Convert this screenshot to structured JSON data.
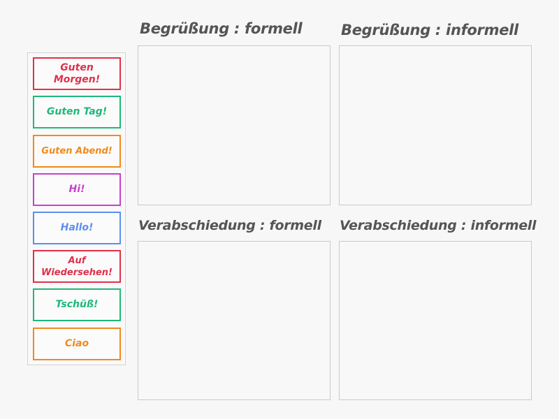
{
  "cards": [
    {
      "label": "Guten Morgen!",
      "color": "#e0304a"
    },
    {
      "label": "Guten Tag!",
      "color": "#1fb87a"
    },
    {
      "label": "Guten Abend!",
      "color": "#f08a1c"
    },
    {
      "label": "Hi!",
      "color": "#c93fd0"
    },
    {
      "label": "Hallo!",
      "color": "#5b8ff0"
    },
    {
      "label": "Auf Wiedersehen!",
      "color": "#e0304a"
    },
    {
      "label": "Tschüß!",
      "color": "#1fb87a"
    },
    {
      "label": "Ciao",
      "color": "#f08a1c"
    }
  ],
  "zones": {
    "greeting_formal": "Begrüßung : formell",
    "greeting_informal": "Begrüßung : informell",
    "farewell_formal": "Verabschiedung : formell",
    "farewell_informal": "Verabschiedung : informell"
  }
}
